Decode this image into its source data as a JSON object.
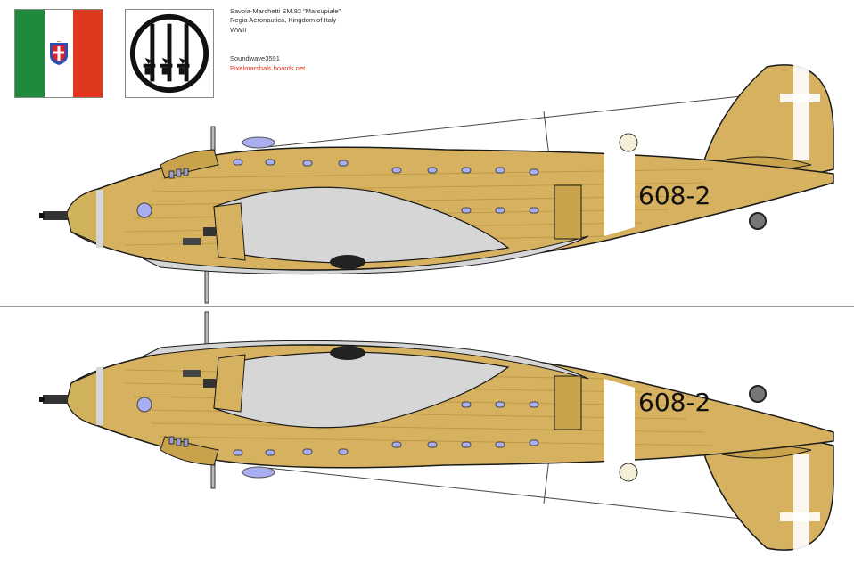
{
  "header": {
    "aircraft_title": "Savoia-Marchetti SM.82 \"Marsupiale\"",
    "operator": "Regia Aeronautica, Kingdom of Italy",
    "era": "WWII",
    "author": "Soundwave3591",
    "site": "Pixelmarshals.boards.net"
  },
  "profiles": {
    "upper_code": "608-2",
    "lower_code": "608-2"
  },
  "colors": {
    "fuselage": "#d6b15f",
    "fuselage_dark": "#b8943d",
    "underside": "#d6d6d6",
    "outline": "#1a1a1a",
    "window": "#a9aef0",
    "flag_green": "#1f8a3b",
    "flag_red": "#e0381d"
  },
  "icons": [
    "italian-flag-icon",
    "fasces-emblem-icon"
  ]
}
